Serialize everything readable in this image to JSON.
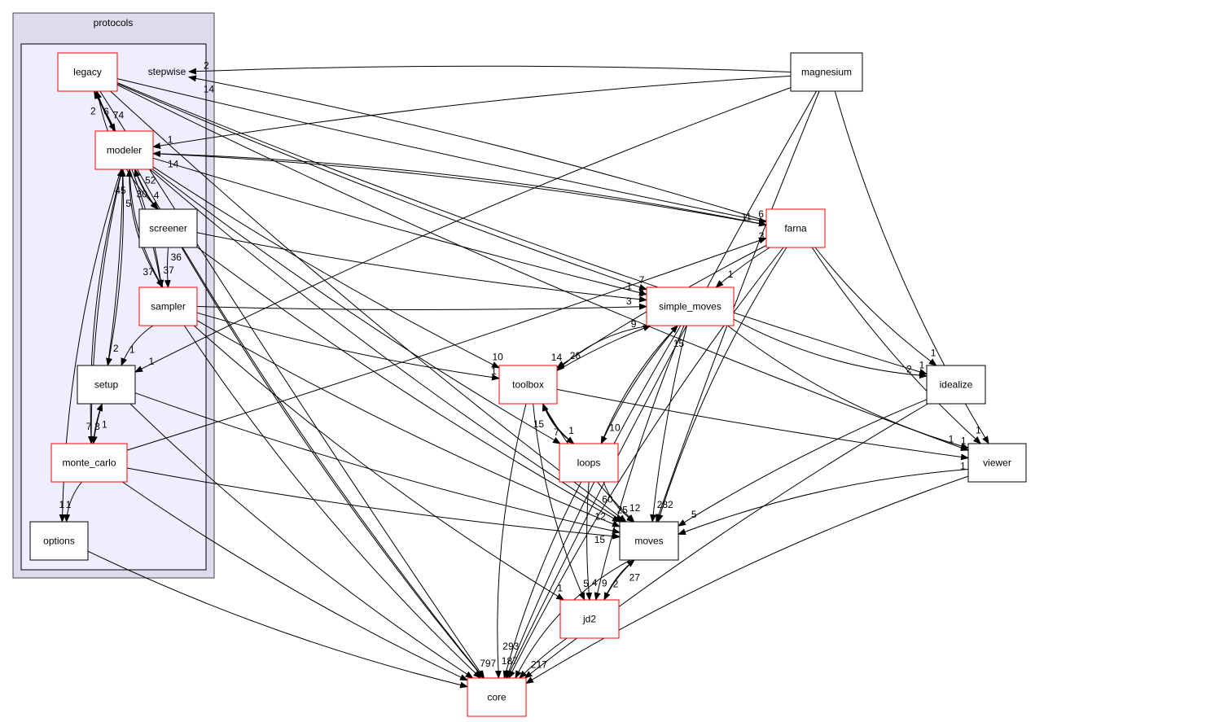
{
  "clusters": {
    "outer": "protocols",
    "inner": "stepwise"
  },
  "colors": {
    "outer_fill": "#dcdcec",
    "inner_fill": "#eeeeff",
    "red_border": "#ff0000",
    "black_border": "#000000"
  },
  "nodes": {
    "legacy": {
      "label": "legacy",
      "border": "red"
    },
    "modeler": {
      "label": "modeler",
      "border": "red"
    },
    "screener": {
      "label": "screener",
      "border": "black"
    },
    "sampler": {
      "label": "sampler",
      "border": "red"
    },
    "setup": {
      "label": "setup",
      "border": "black"
    },
    "monte_carlo": {
      "label": "monte_carlo",
      "border": "red"
    },
    "options": {
      "label": "options",
      "border": "black"
    },
    "magnesium": {
      "label": "magnesium",
      "border": "black"
    },
    "farna": {
      "label": "farna",
      "border": "red"
    },
    "simple_moves": {
      "label": "simple_moves",
      "border": "red"
    },
    "toolbox": {
      "label": "toolbox",
      "border": "red"
    },
    "idealize": {
      "label": "idealize",
      "border": "black"
    },
    "viewer": {
      "label": "viewer",
      "border": "black"
    },
    "loops": {
      "label": "loops",
      "border": "red"
    },
    "moves": {
      "label": "moves",
      "border": "black"
    },
    "jd2": {
      "label": "jd2",
      "border": "red"
    },
    "core": {
      "label": "core",
      "border": "red"
    }
  },
  "edges": [
    {
      "from": "legacy",
      "to": "modeler",
      "label": "74"
    },
    {
      "from": "modeler",
      "to": "legacy",
      "label": "6"
    },
    {
      "from": "sampler",
      "to": "legacy",
      "label": "2"
    },
    {
      "from": "legacy",
      "to": "sampler",
      "label": "37"
    },
    {
      "from": "legacy",
      "to": "screener",
      "label": "4"
    },
    {
      "from": "legacy",
      "to": "farna",
      "label": "6"
    },
    {
      "from": "legacy",
      "to": "simple_moves",
      "label": "7"
    },
    {
      "from": "legacy",
      "to": "moves"
    },
    {
      "from": "legacy",
      "to": "idealize",
      "label": "1"
    },
    {
      "from": "legacy",
      "to": "viewer",
      "label": "1"
    },
    {
      "from": "legacy",
      "to": "core"
    },
    {
      "from": "magnesium",
      "to": "stepwise",
      "label": "2"
    },
    {
      "from": "magnesium",
      "to": "modeler",
      "label": "1"
    },
    {
      "from": "magnesium",
      "to": "setup",
      "label": "1"
    },
    {
      "from": "magnesium",
      "to": "viewer"
    },
    {
      "from": "magnesium",
      "to": "moves"
    },
    {
      "from": "magnesium",
      "to": "core"
    },
    {
      "from": "farna",
      "to": "stepwise",
      "label": "14"
    },
    {
      "from": "farna",
      "to": "modeler",
      "label": "14"
    },
    {
      "from": "modeler",
      "to": "farna",
      "label": "11"
    },
    {
      "from": "farna",
      "to": "simple_moves",
      "label": "1"
    },
    {
      "from": "farna",
      "to": "idealize",
      "label": "1"
    },
    {
      "from": "farna",
      "to": "viewer",
      "label": "1"
    },
    {
      "from": "farna",
      "to": "moves"
    },
    {
      "from": "farna",
      "to": "core"
    },
    {
      "from": "farna",
      "to": "toolbox",
      "label": "26"
    },
    {
      "from": "modeler",
      "to": "screener",
      "label": "30"
    },
    {
      "from": "screener",
      "to": "modeler",
      "label": "52"
    },
    {
      "from": "modeler",
      "to": "sampler",
      "label": "37"
    },
    {
      "from": "sampler",
      "to": "modeler",
      "label": "45"
    },
    {
      "from": "setup",
      "to": "modeler",
      "label": "5"
    },
    {
      "from": "modeler",
      "to": "setup",
      "label": "2"
    },
    {
      "from": "modeler",
      "to": "monte_carlo",
      "label": "3"
    },
    {
      "from": "monte_carlo",
      "to": "modeler"
    },
    {
      "from": "modeler",
      "to": "options",
      "label": "1"
    },
    {
      "from": "modeler",
      "to": "simple_moves",
      "label": "1"
    },
    {
      "from": "modeler",
      "to": "toolbox",
      "label": "10"
    },
    {
      "from": "modeler",
      "to": "loops",
      "label": "7"
    },
    {
      "from": "modeler",
      "to": "moves",
      "label": "25"
    },
    {
      "from": "modeler",
      "to": "core",
      "label": "797"
    },
    {
      "from": "screener",
      "to": "sampler",
      "label": "36"
    },
    {
      "from": "screener",
      "to": "simple_moves",
      "label": "3"
    },
    {
      "from": "screener",
      "to": "moves"
    },
    {
      "from": "screener",
      "to": "core"
    },
    {
      "from": "sampler",
      "to": "setup",
      "label": "1"
    },
    {
      "from": "sampler",
      "to": "simple_moves",
      "label": "3"
    },
    {
      "from": "sampler",
      "to": "toolbox",
      "label": "1"
    },
    {
      "from": "sampler",
      "to": "moves",
      "label": "12"
    },
    {
      "from": "sampler",
      "to": "jd2",
      "label": "1"
    },
    {
      "from": "sampler",
      "to": "core"
    },
    {
      "from": "setup",
      "to": "monte_carlo",
      "label": "7"
    },
    {
      "from": "monte_carlo",
      "to": "setup",
      "label": "1"
    },
    {
      "from": "setup",
      "to": "moves",
      "label": "15"
    },
    {
      "from": "setup",
      "to": "core"
    },
    {
      "from": "monte_carlo",
      "to": "options",
      "label": "1"
    },
    {
      "from": "monte_carlo",
      "to": "farna",
      "label": "3"
    },
    {
      "from": "monte_carlo",
      "to": "moves"
    },
    {
      "from": "monte_carlo",
      "to": "core"
    },
    {
      "from": "options",
      "to": "core"
    },
    {
      "from": "simple_moves",
      "to": "toolbox",
      "label": "14"
    },
    {
      "from": "toolbox",
      "to": "simple_moves",
      "label": "9"
    },
    {
      "from": "simple_moves",
      "to": "loops",
      "label": "10"
    },
    {
      "from": "loops",
      "to": "simple_moves",
      "label": "15"
    },
    {
      "from": "simple_moves",
      "to": "idealize",
      "label": "2"
    },
    {
      "from": "simple_moves",
      "to": "viewer",
      "label": "1"
    },
    {
      "from": "simple_moves",
      "to": "moves",
      "label": "282"
    },
    {
      "from": "simple_moves",
      "to": "jd2",
      "label": "9"
    },
    {
      "from": "simple_moves",
      "to": "core"
    },
    {
      "from": "toolbox",
      "to": "loops",
      "label": "1"
    },
    {
      "from": "loops",
      "to": "toolbox",
      "label": "15"
    },
    {
      "from": "toolbox",
      "to": "viewer",
      "label": "1"
    },
    {
      "from": "toolbox",
      "to": "moves",
      "label": "12"
    },
    {
      "from": "toolbox",
      "to": "jd2",
      "label": "5"
    },
    {
      "from": "toolbox",
      "to": "core",
      "label": "187"
    },
    {
      "from": "loops",
      "to": "moves",
      "label": "60"
    },
    {
      "from": "loops",
      "to": "jd2",
      "label": "4"
    },
    {
      "from": "loops",
      "to": "core",
      "label": "293"
    },
    {
      "from": "moves",
      "to": "jd2",
      "label": "2"
    },
    {
      "from": "jd2",
      "to": "moves",
      "label": "27"
    },
    {
      "from": "moves",
      "to": "core"
    },
    {
      "from": "jd2",
      "to": "core",
      "label": "217"
    },
    {
      "from": "idealize",
      "to": "moves",
      "label": "5"
    },
    {
      "from": "idealize",
      "to": "core"
    },
    {
      "from": "viewer",
      "to": "moves"
    },
    {
      "from": "viewer",
      "to": "core"
    }
  ]
}
